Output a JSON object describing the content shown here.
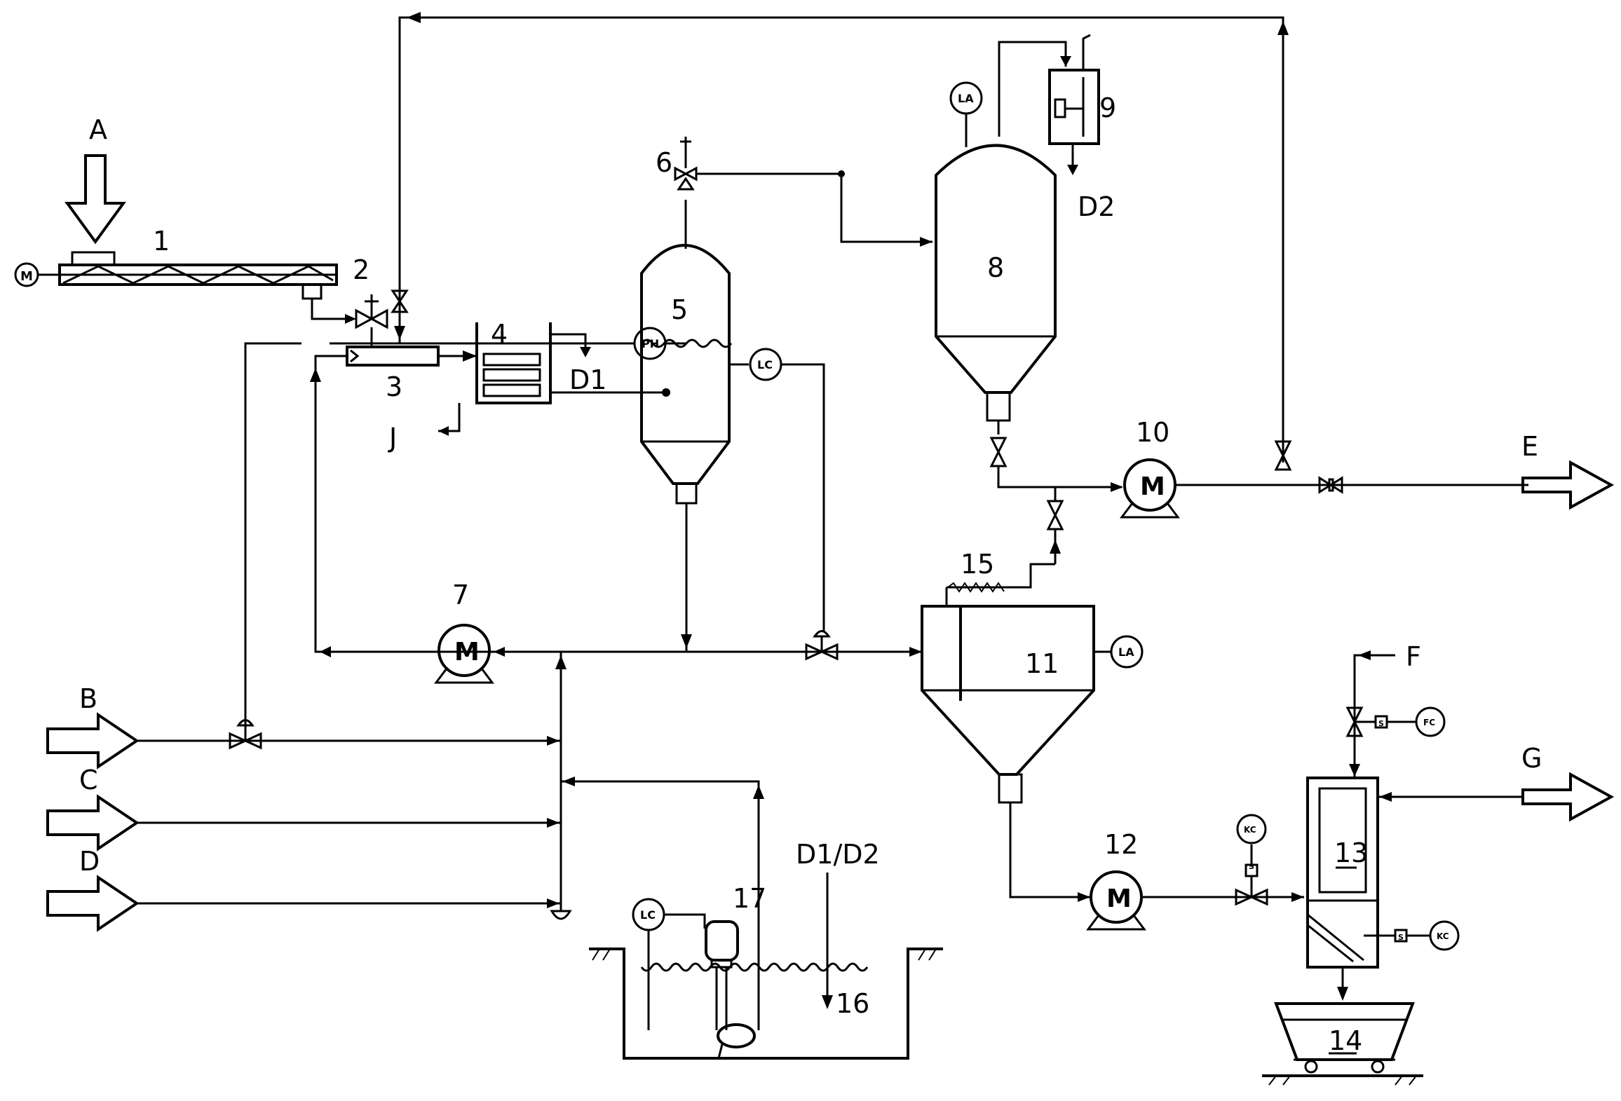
{
  "streams": {
    "A": "A",
    "B": "B",
    "C": "C",
    "D": "D",
    "E": "E",
    "F": "F",
    "G": "G",
    "J": "J",
    "D1": "D1",
    "D2": "D2",
    "D1_D2": "D1/D2"
  },
  "equipment": {
    "e1": "1",
    "e2": "2",
    "e3": "3",
    "e4": "4",
    "e5": "5",
    "e6": "6",
    "e7": "7",
    "e8": "8",
    "e9": "9",
    "e10": "10",
    "e11": "11",
    "e12": "12",
    "e13": "13",
    "e14": "14",
    "e15": "15",
    "e16": "16",
    "e17": "17"
  },
  "motor_symbol": "M",
  "motor_small": "M",
  "instruments": {
    "lc_tank5": "LC",
    "ph": "PH",
    "la_tank8": "LA",
    "la_tank11": "LA",
    "lc_pit": "LC",
    "fc": "FC",
    "kc_inlet": "KC",
    "kc_filter": "KC",
    "s1": "S",
    "s2": "S",
    "s3": "S"
  }
}
